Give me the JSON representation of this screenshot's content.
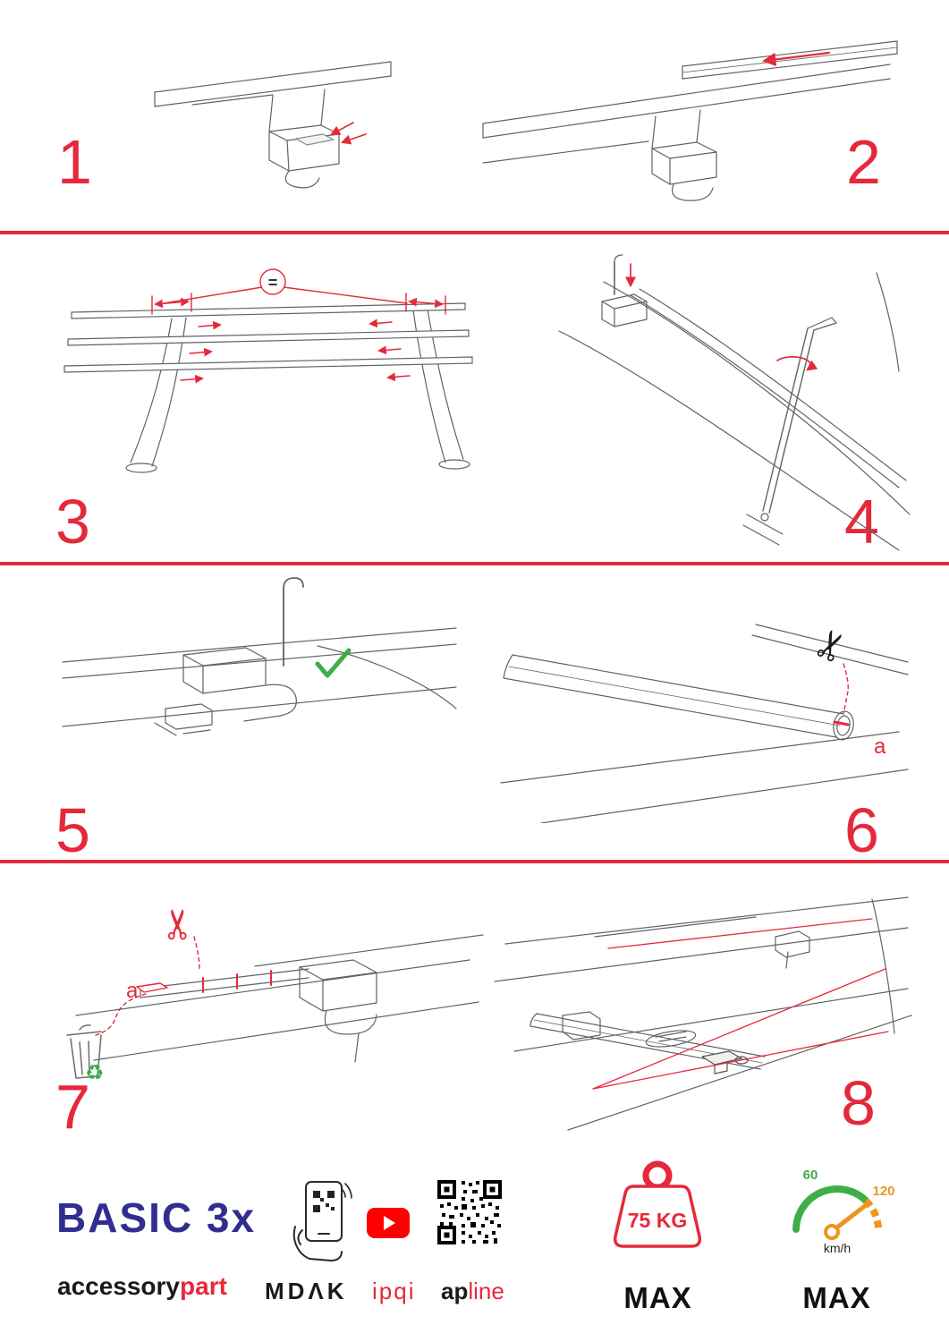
{
  "colors": {
    "accent": "#e5293a",
    "navy": "#312e90",
    "green": "#3fae49",
    "orange": "#f0941f",
    "youtube_red": "#ff0000"
  },
  "steps": {
    "s1": {
      "number": "1"
    },
    "s2": {
      "number": "2"
    },
    "s3": {
      "number": "3",
      "equal_sign": "="
    },
    "s4": {
      "number": "4"
    },
    "s5": {
      "number": "5"
    },
    "s6": {
      "number": "6",
      "part_label": "a"
    },
    "s7": {
      "number": "7",
      "part_label": "a"
    },
    "s8": {
      "number": "8"
    }
  },
  "icons": {
    "scissors": "✂",
    "recycle": "♻"
  },
  "footer": {
    "product_name": "BASIC 3x",
    "brand_part1": "accessory",
    "brand_part2": "part",
    "partner_mdak": "MDΛK",
    "partner_ipqi": "ipqi",
    "partner_apline_part1": "ap",
    "partner_apline_part2": "line",
    "weight_label": "75 KG",
    "weight_max": "MAX",
    "speed_low": "60",
    "speed_high": "120",
    "speed_unit": "km/h",
    "speed_max": "MAX"
  }
}
